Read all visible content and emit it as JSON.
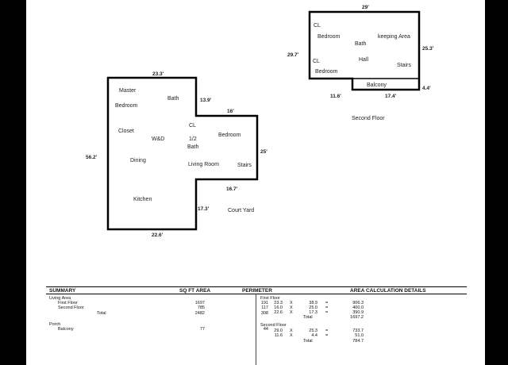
{
  "first_floor": {
    "rooms": {
      "master": "Master",
      "bedroom_master": "Bedroom",
      "bath": "Bath",
      "closet": "Closet",
      "wd": "W&D",
      "cl": "CL",
      "half": "1/2",
      "half_bath": "Bath",
      "bedroom": "Bedroom",
      "dining": "Dining",
      "living_room": "Living Room",
      "stairs": "Stairs",
      "kitchen": "Kitchen",
      "court_yard": "Court Yard"
    },
    "dims": {
      "top": "23.3'",
      "notch_v": "13.9'",
      "notch_h": "16'",
      "left": "56.2'",
      "right": "25'",
      "step_h": "16.7'",
      "step_v": "17.3'",
      "bottom": "22.6'"
    }
  },
  "second_floor": {
    "label": "Second Floor",
    "rooms": {
      "cl_top": "CL",
      "bedroom_top": "Bedroom",
      "bath": "Bath",
      "keeping_area": "keeping Area",
      "cl_bottom": "CL",
      "hall": "Hall",
      "stairs": "Stairs",
      "bedroom_bottom": "Bedroom",
      "balcony": "Balcony"
    },
    "dims": {
      "top": "29'",
      "left": "29.7'",
      "right": "25.3'",
      "balcony_side": "4.4'",
      "bottom_left": "11.6'",
      "bottom_right": "17.4'"
    }
  },
  "summary": {
    "headers": {
      "summary": "SUMMARY",
      "sqft": "SQ FT AREA",
      "perimeter": "PERIMETER",
      "details": "AREA CALCULATION DETAILS"
    },
    "living_area": {
      "label": "Living Area",
      "rows": [
        {
          "name": "First Floor",
          "sqft": "1697",
          "perim": "191"
        },
        {
          "name": "Second Floor",
          "sqft": "785",
          "perim": "117"
        }
      ],
      "total": {
        "name": "Total",
        "sqft": "2482",
        "perim": "308"
      }
    },
    "porch": {
      "label": "Porch",
      "rows": [
        {
          "name": "Balcony",
          "sqft": "77",
          "perim": "44"
        }
      ]
    },
    "calc": {
      "first_floor": {
        "label": "First Floor",
        "rows": [
          {
            "a": "23.3",
            "op": "X",
            "b": "38.9",
            "eq": "=",
            "res": "906.3"
          },
          {
            "a": "16.0",
            "op": "X",
            "b": "25.0",
            "eq": "=",
            "res": "400.0"
          },
          {
            "a": "22.6",
            "op": "X",
            "b": "17.3",
            "eq": "=",
            "res": "390.9"
          }
        ],
        "total_label": "Total",
        "total": "1697.2"
      },
      "second_floor": {
        "label": "Second Floor",
        "rows": [
          {
            "a": "29.0",
            "op": "X",
            "b": "25.3",
            "eq": "=",
            "res": "733.7"
          },
          {
            "a": "11.6",
            "op": "X",
            "b": "4.4",
            "eq": "=",
            "res": "51.0"
          }
        ],
        "total_label": "Total",
        "total": "784.7"
      }
    }
  }
}
